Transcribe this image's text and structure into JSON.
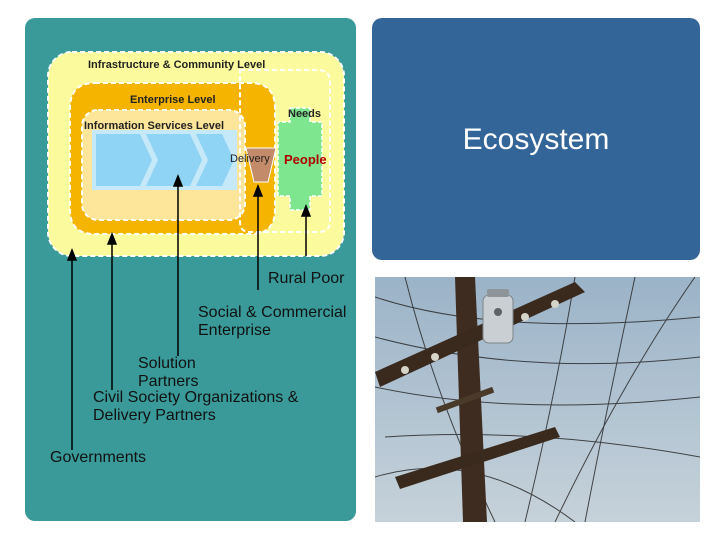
{
  "slide": {
    "title": "Ecosystem",
    "levels": {
      "infrastructure": "Infrastructure & Community Level",
      "enterprise": "Enterprise Level",
      "information": "Information Services Level"
    },
    "needs": "Needs",
    "delivery": "Delivery",
    "people": "People",
    "stakeholders": {
      "rural_poor": "Rural Poor",
      "social_commercial": "Social & Commercial Enterprise",
      "solution_partners": "Solution Partners",
      "civil_society": "Civil Society Organizations & Delivery Partners",
      "governments": "Governments"
    }
  },
  "colors": {
    "teal": "#3a9a9a",
    "blue": "#346598",
    "outer_level": "#fbfb9d",
    "middle_level": "#f5b400",
    "inner_level": "#fde59a",
    "flow_arrow": "#8fd3f5",
    "people_green": "#7ee68e",
    "delivery_brown": "#c48b6a"
  },
  "photo": {
    "subject": "utility-pole-photo"
  }
}
